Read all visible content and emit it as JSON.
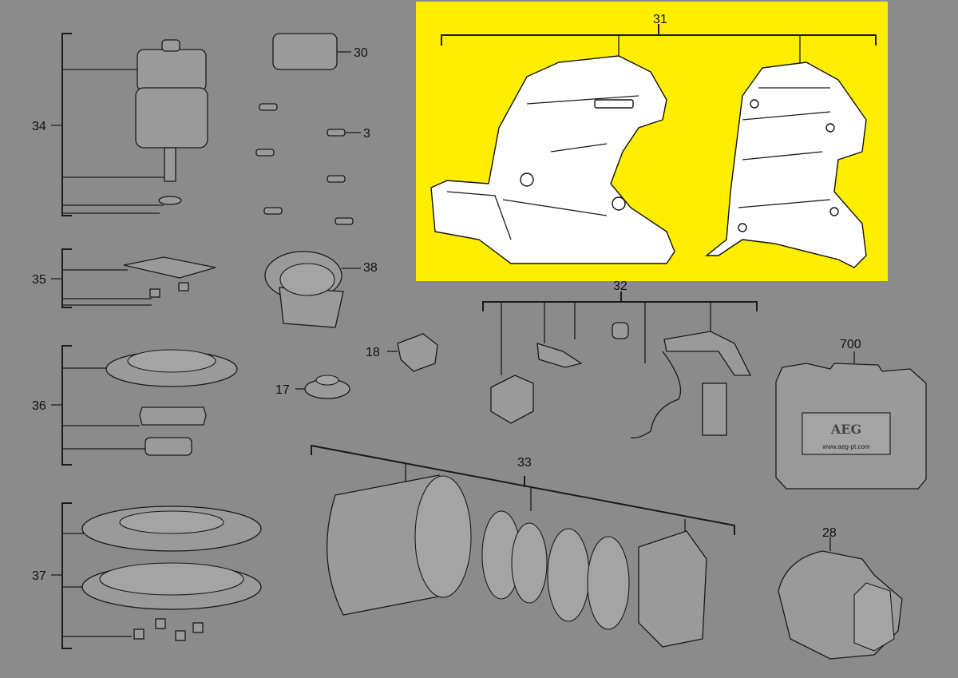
{
  "highlight_color": "#ffee00",
  "background_color": "#8b8b8b",
  "highlighted_part": "31",
  "labels": {
    "p31": "31",
    "p30": "30",
    "p34": "34",
    "p3": "3",
    "p35": "35",
    "p38": "38",
    "p32": "32",
    "p18": "18",
    "p17": "17",
    "p36": "36",
    "p700": "700",
    "p33": "33",
    "p28": "28",
    "p37": "37"
  },
  "case": {
    "brand": "AEG",
    "url": "www.aeg-pt.com"
  }
}
